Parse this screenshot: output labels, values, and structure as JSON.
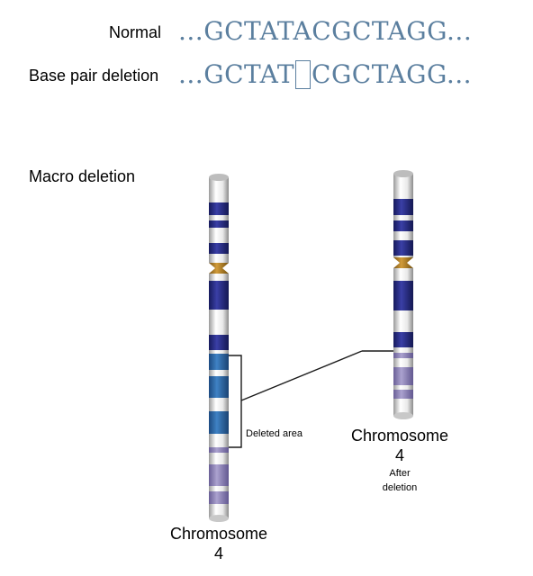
{
  "rows": {
    "normal": {
      "label": "Normal",
      "seq_prefix": "...",
      "seq": "GCTATACGCTAGG",
      "seq_suffix": "..."
    },
    "bp_deletion": {
      "label": "Base pair deletion",
      "seq_prefix": "...",
      "seq_left": "GCTAT",
      "seq_right": "CGCTAGG",
      "seq_suffix": "..."
    }
  },
  "macro": {
    "label": "Macro deletion",
    "deleted_label": "Deleted area",
    "chromosome_before": {
      "line1": "Chromosome",
      "line2": "4"
    },
    "chromosome_after": {
      "line1": "Chromosome",
      "line2": "4",
      "note_line1": "After",
      "note_line2": "deletion"
    }
  },
  "colors": {
    "sequence": "#5b7f9f",
    "band_dark": "#2b2f8a",
    "band_blue": "#2f6aa8",
    "band_purple": "#8e83b6",
    "centromere": "#b8862e"
  }
}
